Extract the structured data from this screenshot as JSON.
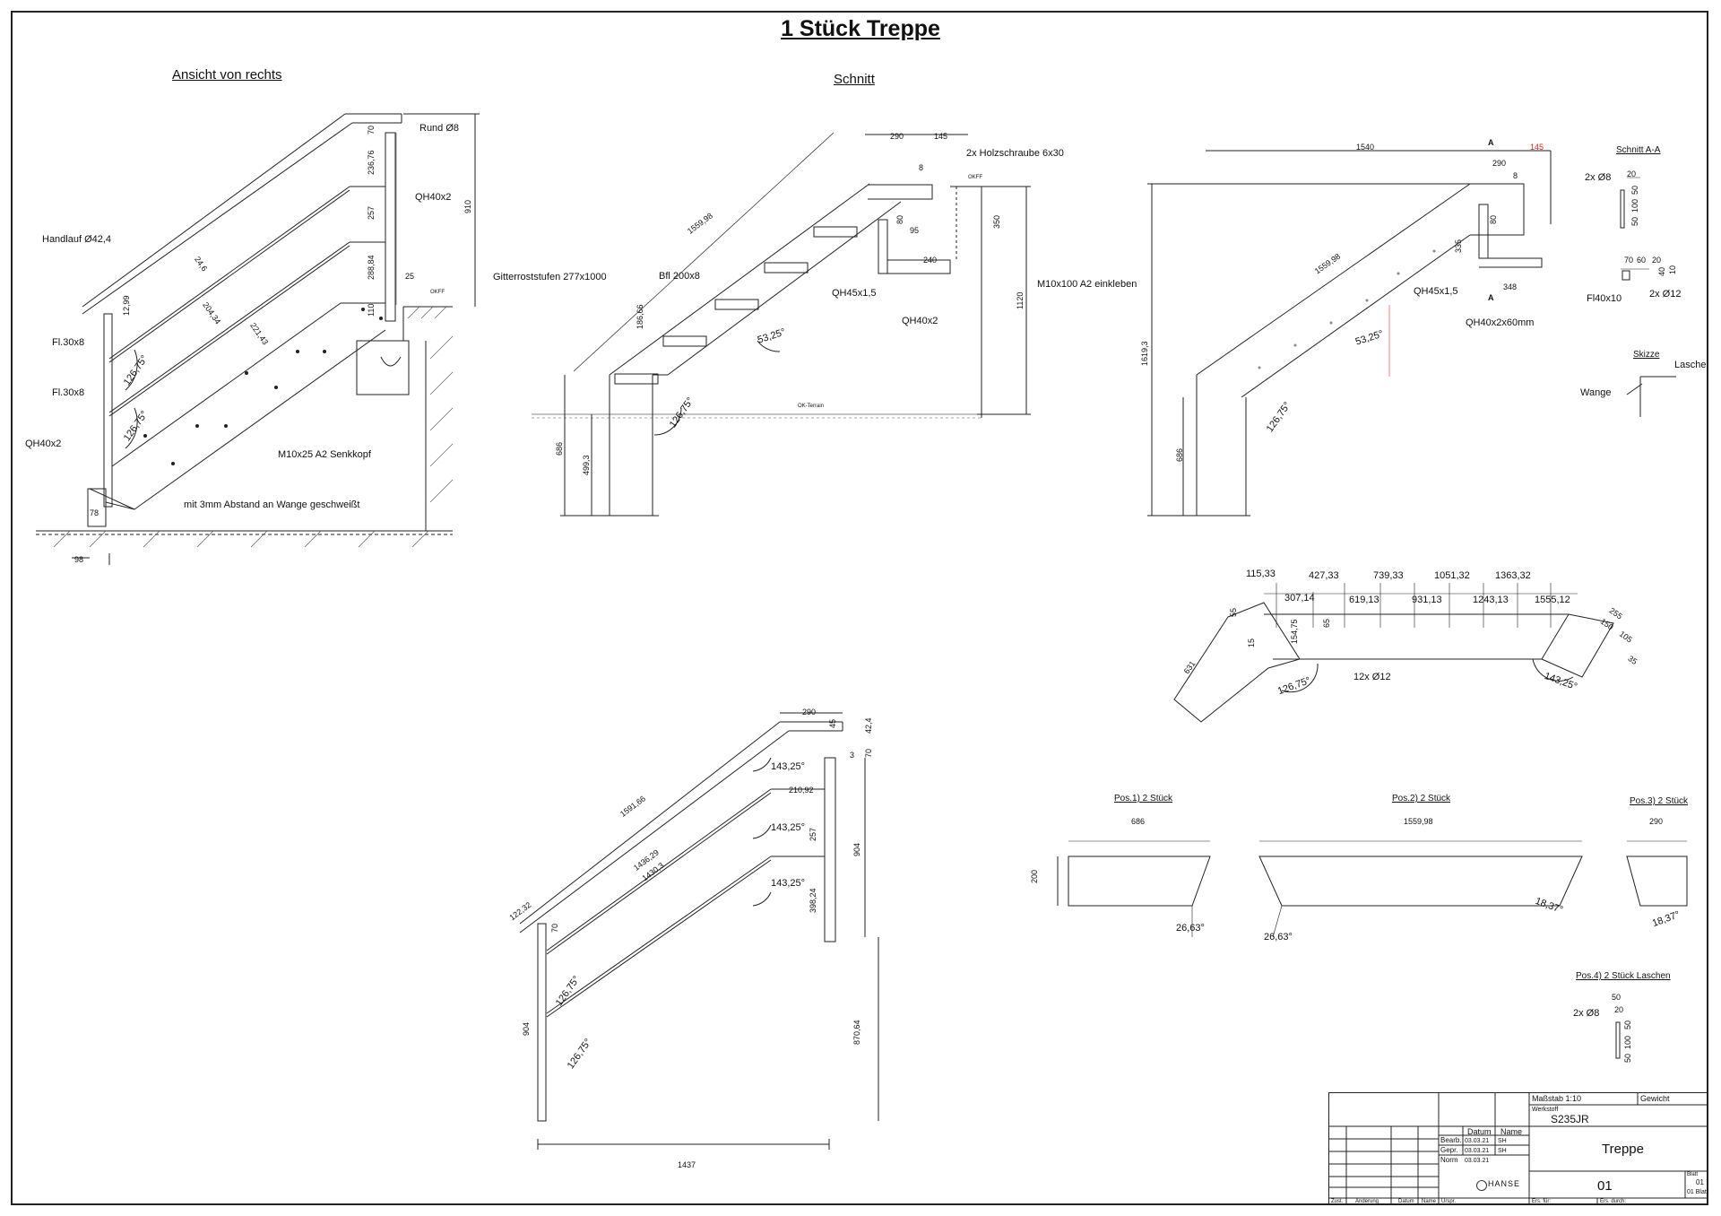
{
  "title": "1 Stück Treppe",
  "views": {
    "side": {
      "heading": "Ansicht von rechts",
      "labels": {
        "rund": "Rund Ø8",
        "qh_top": "QH40x2",
        "handlauf": "Handlauf Ø42,4",
        "fl1": "Fl.30x8",
        "fl2": "Fl.30x8",
        "qh_bottom": "QH40x2",
        "screw": "M10x25 A2 Senkkopf",
        "weld": "mit 3mm Abstand an Wange geschweißt",
        "okff": "OKFF"
      },
      "dims": [
        "70",
        "236,76",
        "257",
        "288,84",
        "110",
        "910",
        "25",
        "12,99",
        "24,6",
        "204,34",
        "221,43",
        "126,75°",
        "126,75°",
        "78",
        "98"
      ]
    },
    "section": {
      "heading": "Schnitt",
      "labels": {
        "holz": "2x Holzschraube 6x30",
        "gitter": "Gitterroststufen 277x1000",
        "bfl": "Bfl 200x8",
        "qh45": "QH45x1,5",
        "qh40": "QH40x2",
        "m10": "M10x100 A2 einkleben",
        "okff": "OKFF",
        "ok_terrain": "OK-Terrain"
      },
      "dims": [
        "290",
        "145",
        "8",
        "1559,98",
        "80",
        "95",
        "240",
        "350",
        "1120",
        "186,66",
        "53,25°",
        "126,75°",
        "686",
        "499,3"
      ]
    },
    "section2": {
      "labels": {
        "qh45": "QH45x1,5",
        "qh40": "QH40x2x60mm",
        "a1": "A",
        "a2": "A"
      },
      "dims": [
        "1540",
        "145",
        "290",
        "8",
        "80",
        "1559,98",
        "335",
        "348",
        "53,25°",
        "126,75°",
        "1619,3",
        "686"
      ]
    },
    "section_aa": {
      "heading": "Schnitt A-A",
      "labels": {
        "holes": "2x Ø8",
        "fl": "Fl40x10",
        "holes2": "2x Ø12"
      },
      "dims": [
        "20",
        "50",
        "100",
        "50",
        "70",
        "60",
        "20",
        "40",
        "10"
      ]
    },
    "sketch": {
      "heading": "Skizze",
      "labels": {
        "lasche": "Lasche",
        "wange": "Wange"
      }
    },
    "stringer": {
      "top_dims": [
        "115,33",
        "427,33",
        "739,33",
        "1051,32",
        "1363,32"
      ],
      "mid_dims": [
        "307,14",
        "619,13",
        "931,13",
        "1243,13",
        "1555,12"
      ],
      "dims": [
        "55",
        "154,75",
        "65",
        "15",
        "631",
        "255",
        "150",
        "105",
        "35",
        "126,75°",
        "143,25°"
      ],
      "holes": "12x Ø12"
    },
    "railing": {
      "dims": [
        "290",
        "45",
        "42,4",
        "70",
        "3",
        "1591,66",
        "210,92",
        "1436,29",
        "1430,3",
        "257",
        "398,24",
        "904",
        "870,64",
        "122,32",
        "70",
        "904",
        "1437",
        "143,25°",
        "143,25°",
        "143,25°",
        "126,75°",
        "126,75°"
      ]
    },
    "parts": {
      "pos1": {
        "title": "Pos.1) 2 Stück",
        "width": "686",
        "height": "200",
        "angle": "26,63°"
      },
      "pos2": {
        "title": "Pos.2) 2 Stück",
        "width": "1559,98",
        "angle_l": "26,63°",
        "angle_r": "18,37°"
      },
      "pos3": {
        "title": "Pos.3) 2 Stück",
        "width": "290",
        "angle": "18,37°"
      },
      "pos4": {
        "title": "Pos.4) 2 Stück Laschen",
        "holes": "2x Ø8",
        "dims": [
          "50",
          "20",
          "50",
          "100",
          "50"
        ]
      }
    }
  },
  "titleblock": {
    "massstab": "Maßstab 1:10",
    "gewicht": "Gewicht",
    "werkstoff_label": "Werkstoff",
    "werkstoff": "S235JR",
    "col_datum": "Datum",
    "col_name": "Name",
    "rows": [
      {
        "label": "Bearb.",
        "date": "03.03.21",
        "name": "SH"
      },
      {
        "label": "Gepr.",
        "date": "03.03.21",
        "name": "SH"
      },
      {
        "label": "Norm",
        "date": "03.03.21",
        "name": ""
      }
    ],
    "name": "Treppe",
    "number": "01",
    "blatt_label": "Blatt",
    "blatt": "01",
    "blatt_count": "01 Blatt",
    "logo": "HANSE",
    "footer": [
      "Zust.",
      "Änderung",
      "Datum",
      "Name",
      "Urspr.",
      "Ers. für:",
      "Ers. durch:"
    ]
  }
}
